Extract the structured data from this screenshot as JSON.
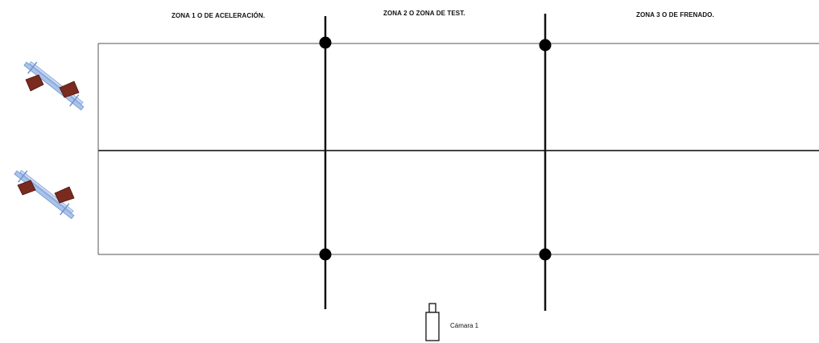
{
  "zones": [
    {
      "label": "ZONA 1 O DE ACELERACIÓN."
    },
    {
      "label": "ZONA 2 O ZONA DE TEST."
    },
    {
      "label": "ZONA 3 O DE FRENADO."
    }
  ],
  "camera": {
    "label": "Cámara 1",
    "icon": "camera-icon"
  },
  "starting_blocks": {
    "count": 2,
    "icon": "starting-block-icon"
  },
  "colors": {
    "lines": "#444444",
    "gates": "#111111",
    "block_pad": "#7a2a1e",
    "block_rail": "#8fb0e0"
  }
}
